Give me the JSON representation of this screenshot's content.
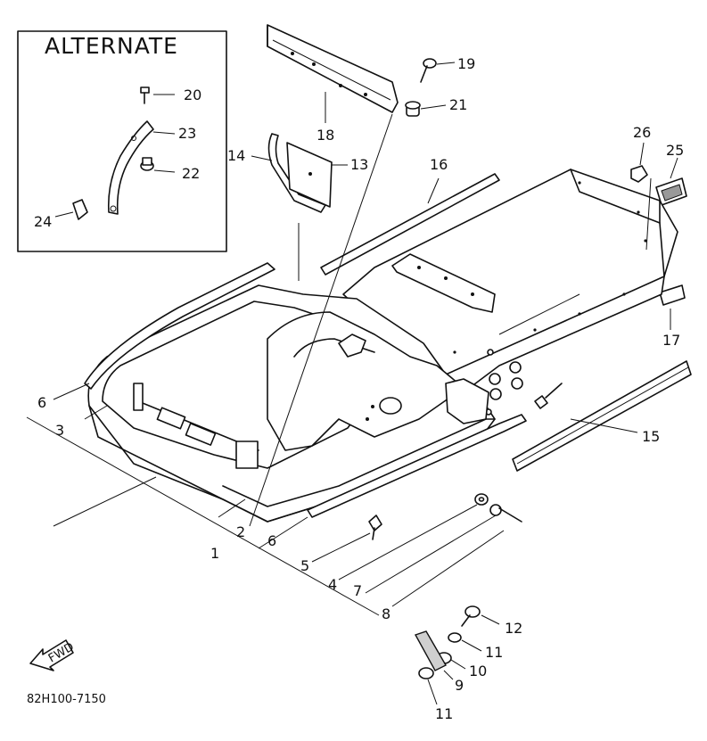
{
  "inset": {
    "title": "ALTERNATE"
  },
  "diagram_code": "82H100-7150",
  "fwd_label": "FWD",
  "labels": {
    "p1": "1",
    "p2": "2",
    "p3": "3",
    "p4": "4",
    "p5": "5",
    "p6a": "6",
    "p6b": "6",
    "p7": "7",
    "p8": "8",
    "p9": "9",
    "p10": "10",
    "p11a": "11",
    "p11b": "11",
    "p12": "12",
    "p13": "13",
    "p14": "14",
    "p15": "15",
    "p16": "16",
    "p17": "17",
    "p18": "18",
    "p19": "19",
    "p20": "20",
    "p21": "21",
    "p22": "22",
    "p23": "23",
    "p24": "24",
    "p25": "25",
    "p26": "26"
  }
}
